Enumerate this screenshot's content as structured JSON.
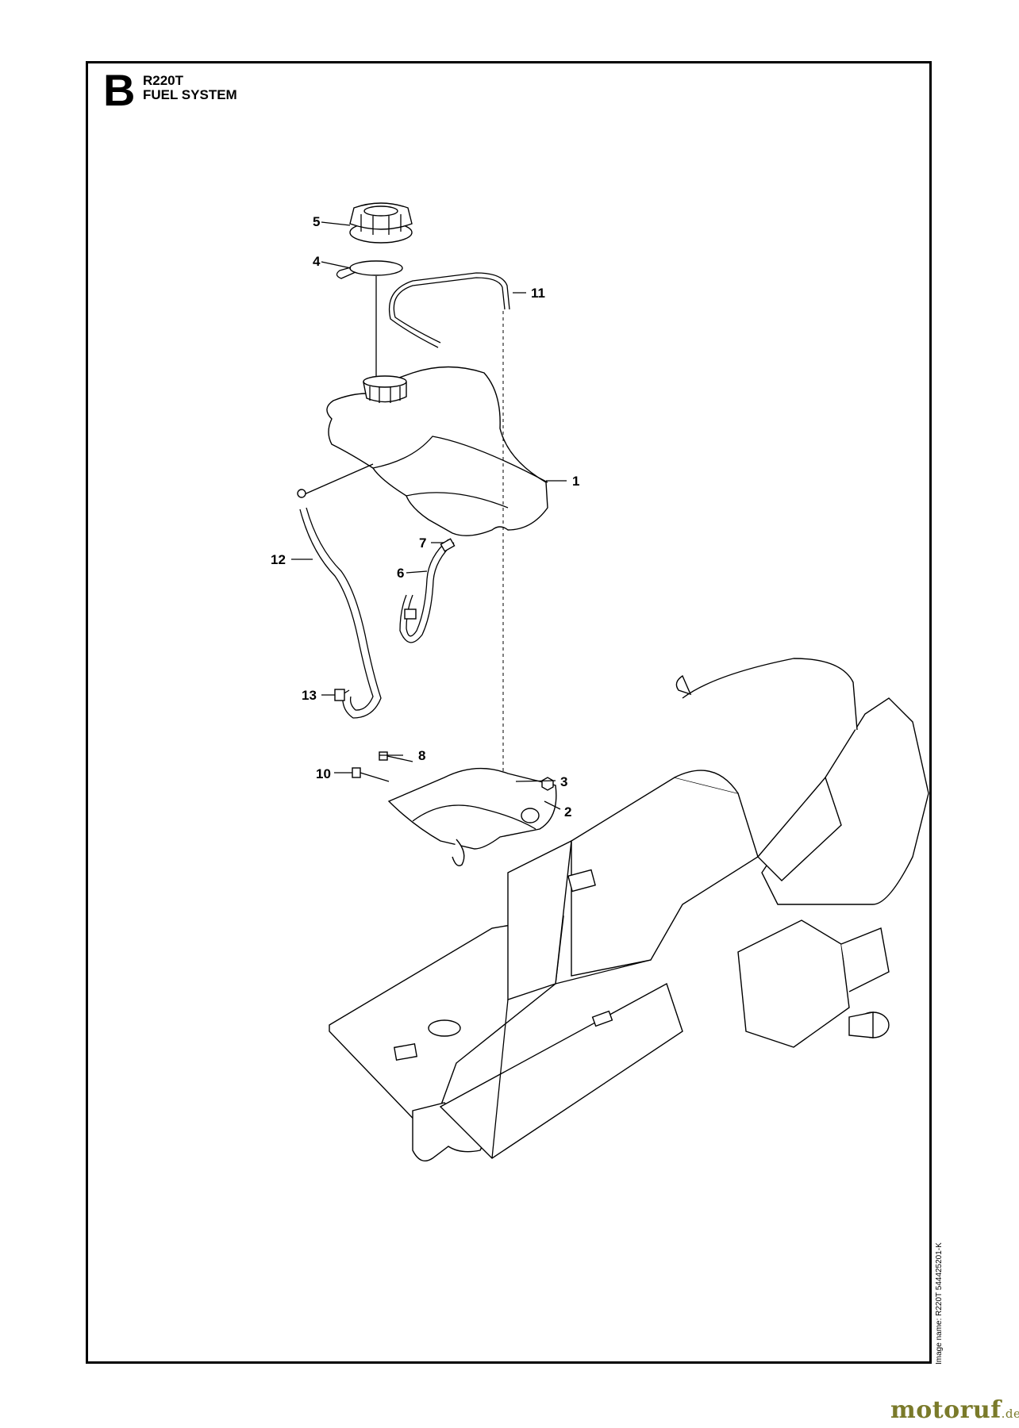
{
  "header": {
    "section_letter": "B",
    "model": "R220T",
    "title": "FUEL SYSTEM"
  },
  "image_name": "Image name: R220T 544425201-K",
  "watermark": {
    "name": "motoruf",
    "tld": ".de",
    "color": "#7a7a2a"
  },
  "callouts": [
    {
      "id": "c1",
      "label": "1"
    },
    {
      "id": "c2",
      "label": "2"
    },
    {
      "id": "c3",
      "label": "3"
    },
    {
      "id": "c4",
      "label": "4"
    },
    {
      "id": "c5",
      "label": "5"
    },
    {
      "id": "c6",
      "label": "6"
    },
    {
      "id": "c7",
      "label": "7"
    },
    {
      "id": "c8",
      "label": "8"
    },
    {
      "id": "c10",
      "label": "10"
    },
    {
      "id": "c11",
      "label": "11"
    },
    {
      "id": "c12",
      "label": "12"
    },
    {
      "id": "c13",
      "label": "13"
    }
  ]
}
